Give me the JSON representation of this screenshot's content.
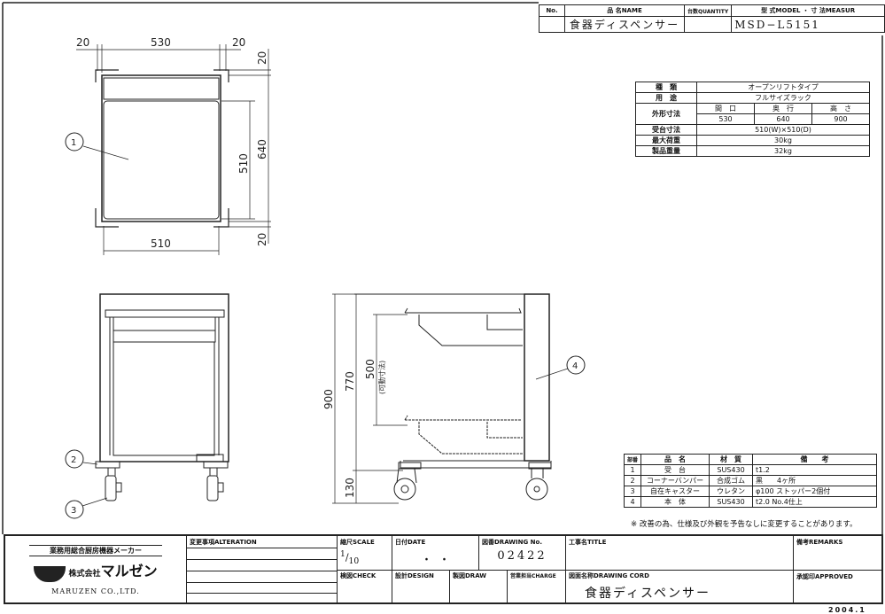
{
  "header": {
    "no_label": "No.",
    "name_label": "品 名NAME",
    "quantity_label": "台数QUANTITY",
    "model_label": "型 式MODEL ・ 寸 法MEASUR",
    "name_value": "食器ディスペンサー",
    "model_value": "MSD−L5151"
  },
  "spec": {
    "type_label": "種　類",
    "type_value": "オープンリフトタイプ",
    "use_label": "用　途",
    "use_value": "フルサイズラック",
    "outer_label": "外形寸法",
    "width_label": "間　口",
    "depth_label": "奥　行",
    "height_label": "高　さ",
    "width_value": "530",
    "depth_value": "640",
    "height_value": "900",
    "tray_label": "受台寸法",
    "tray_value": "510(W)×510(D)",
    "maxload_label": "最大荷重",
    "maxload_value": "30kg",
    "weight_label": "製品重量",
    "weight_value": "32kg"
  },
  "parts": {
    "headers": [
      "部番",
      "品　名",
      "材　質",
      "備　　考"
    ],
    "rows": [
      [
        "1",
        "受　台",
        "SUS430",
        "t1.2"
      ],
      [
        "2",
        "コーナーバンパー",
        "合成ゴム",
        "黒　　4ヶ所"
      ],
      [
        "3",
        "自在キャスター",
        "ウレタン",
        "φ100 ストッパー2個付"
      ],
      [
        "4",
        "本　体",
        "SUS430",
        "t2.0 No.4仕上"
      ]
    ],
    "note": "※ 改善の為、仕様及び外観を予告なしに変更することがあります。"
  },
  "dimensions": {
    "top_left": "20",
    "top_width": "530",
    "top_right": "20",
    "right_top": "20",
    "depth": "640",
    "tray_depth": "510",
    "right_bottom": "20",
    "tray_width": "510",
    "height": "900",
    "inner_height": "770",
    "lift_range": "500",
    "lift_note": "(可動寸法)",
    "caster_height": "130"
  },
  "callouts": [
    "1",
    "2",
    "3",
    "4"
  ],
  "title_block": {
    "maker_tagline": "業務用総合厨房機器メーカー",
    "company_prefix": "株式会社",
    "company_brand": "マルゼン",
    "company_en": "MARUZEN CO.,LTD.",
    "alteration_label": "変更事項ALTERATION",
    "scale_label": "縮尺SCALE",
    "scale_num": "1",
    "scale_den": "10",
    "date_label": "日付DATE",
    "date_value": "・　・",
    "drawing_no_label": "図番DRAWING No.",
    "drawing_no": "02422",
    "title_label": "工事名TITLE",
    "remarks_label": "備考REMARKS",
    "check_label": "検図CHECK",
    "design_label": "設計DESIGN",
    "draw_label": "製図DRAW",
    "charge_label": "営業担当CHARGE",
    "drawing_cord_label": "図面名称DRAWING CORD",
    "drawing_cord": "食器ディスペンサー",
    "approved_label": "承認印APPROVED"
  },
  "revision_date": "2004.1"
}
